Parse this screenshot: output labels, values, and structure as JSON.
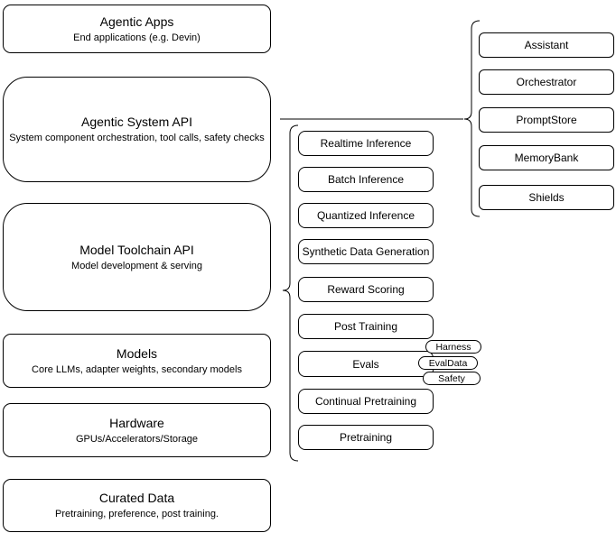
{
  "left_column": {
    "boxes": [
      {
        "title": "Agentic Apps",
        "subtitle": "End applications (e.g. Devin)"
      },
      {
        "title": "Agentic System API",
        "subtitle": "System component orchestration, tool calls, safety checks"
      },
      {
        "title": "Model Toolchain API",
        "subtitle": "Model development & serving"
      },
      {
        "title": "Models",
        "subtitle": "Core LLMs, adapter weights, secondary models"
      },
      {
        "title": "Hardware",
        "subtitle": "GPUs/Accelerators/Storage"
      },
      {
        "title": "Curated Data",
        "subtitle": "Pretraining, preference, post training."
      }
    ]
  },
  "toolchain_group": {
    "items": [
      "Realtime Inference",
      "Batch Inference",
      "Quantized Inference",
      "Synthetic Data Generation",
      "Reward Scoring",
      "Post Training",
      "Evals",
      "Continual Pretraining",
      "Pretraining"
    ]
  },
  "evals_pills": [
    "Harness",
    "EvalData",
    "Safety"
  ],
  "system_components_group": {
    "items": [
      "Assistant",
      "Orchestrator",
      "PromptStore",
      "MemoryBank",
      "Shields"
    ]
  },
  "colors": {
    "stroke": "#000000",
    "background": "#ffffff",
    "box_fill": "#ffffff"
  }
}
